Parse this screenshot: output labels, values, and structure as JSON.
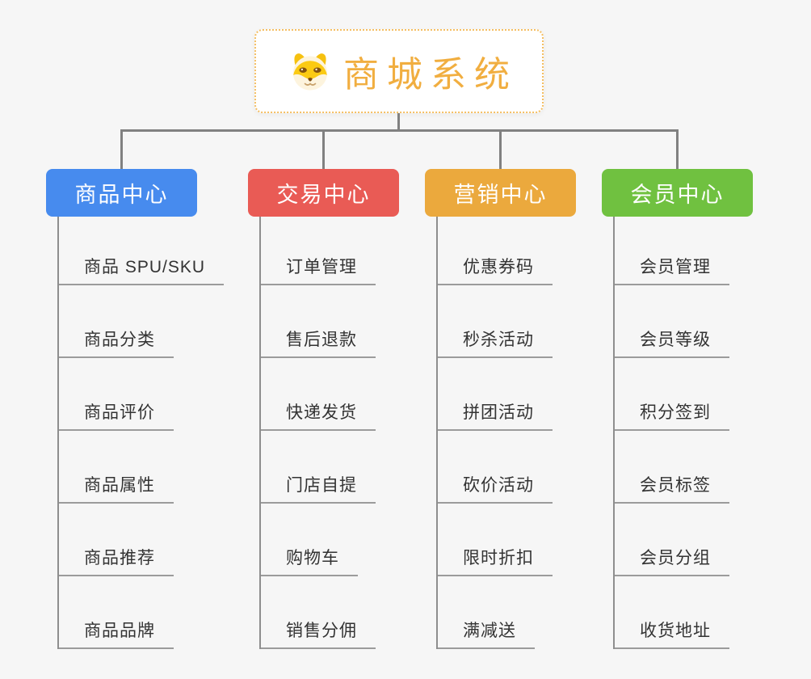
{
  "theme": {
    "background": "#f6f6f6",
    "connector": "#818181",
    "trunk": "#8e8e8e",
    "leaf_line": "#9b9b9b",
    "leaf_text": "#333333",
    "root_text": "#f1ae40",
    "root_border": "#f4be62"
  },
  "root": {
    "title": "商城系统",
    "icon": "shiba-dog-icon"
  },
  "branches": [
    {
      "label": "商品中心",
      "color": "#478bee",
      "items": [
        "商品 SPU/SKU",
        "商品分类",
        "商品评价",
        "商品属性",
        "商品推荐",
        "商品品牌"
      ]
    },
    {
      "label": "交易中心",
      "color": "#e95b55",
      "items": [
        "订单管理",
        "售后退款",
        "快递发货",
        "门店自提",
        "购物车",
        "销售分佣"
      ]
    },
    {
      "label": "营销中心",
      "color": "#eba93d",
      "items": [
        "优惠券码",
        "秒杀活动",
        "拼团活动",
        "砍价活动",
        "限时折扣",
        "满减送"
      ]
    },
    {
      "label": "会员中心",
      "color": "#70c140",
      "items": [
        "会员管理",
        "会员等级",
        "积分签到",
        "会员标签",
        "会员分组",
        "收货地址"
      ]
    }
  ]
}
